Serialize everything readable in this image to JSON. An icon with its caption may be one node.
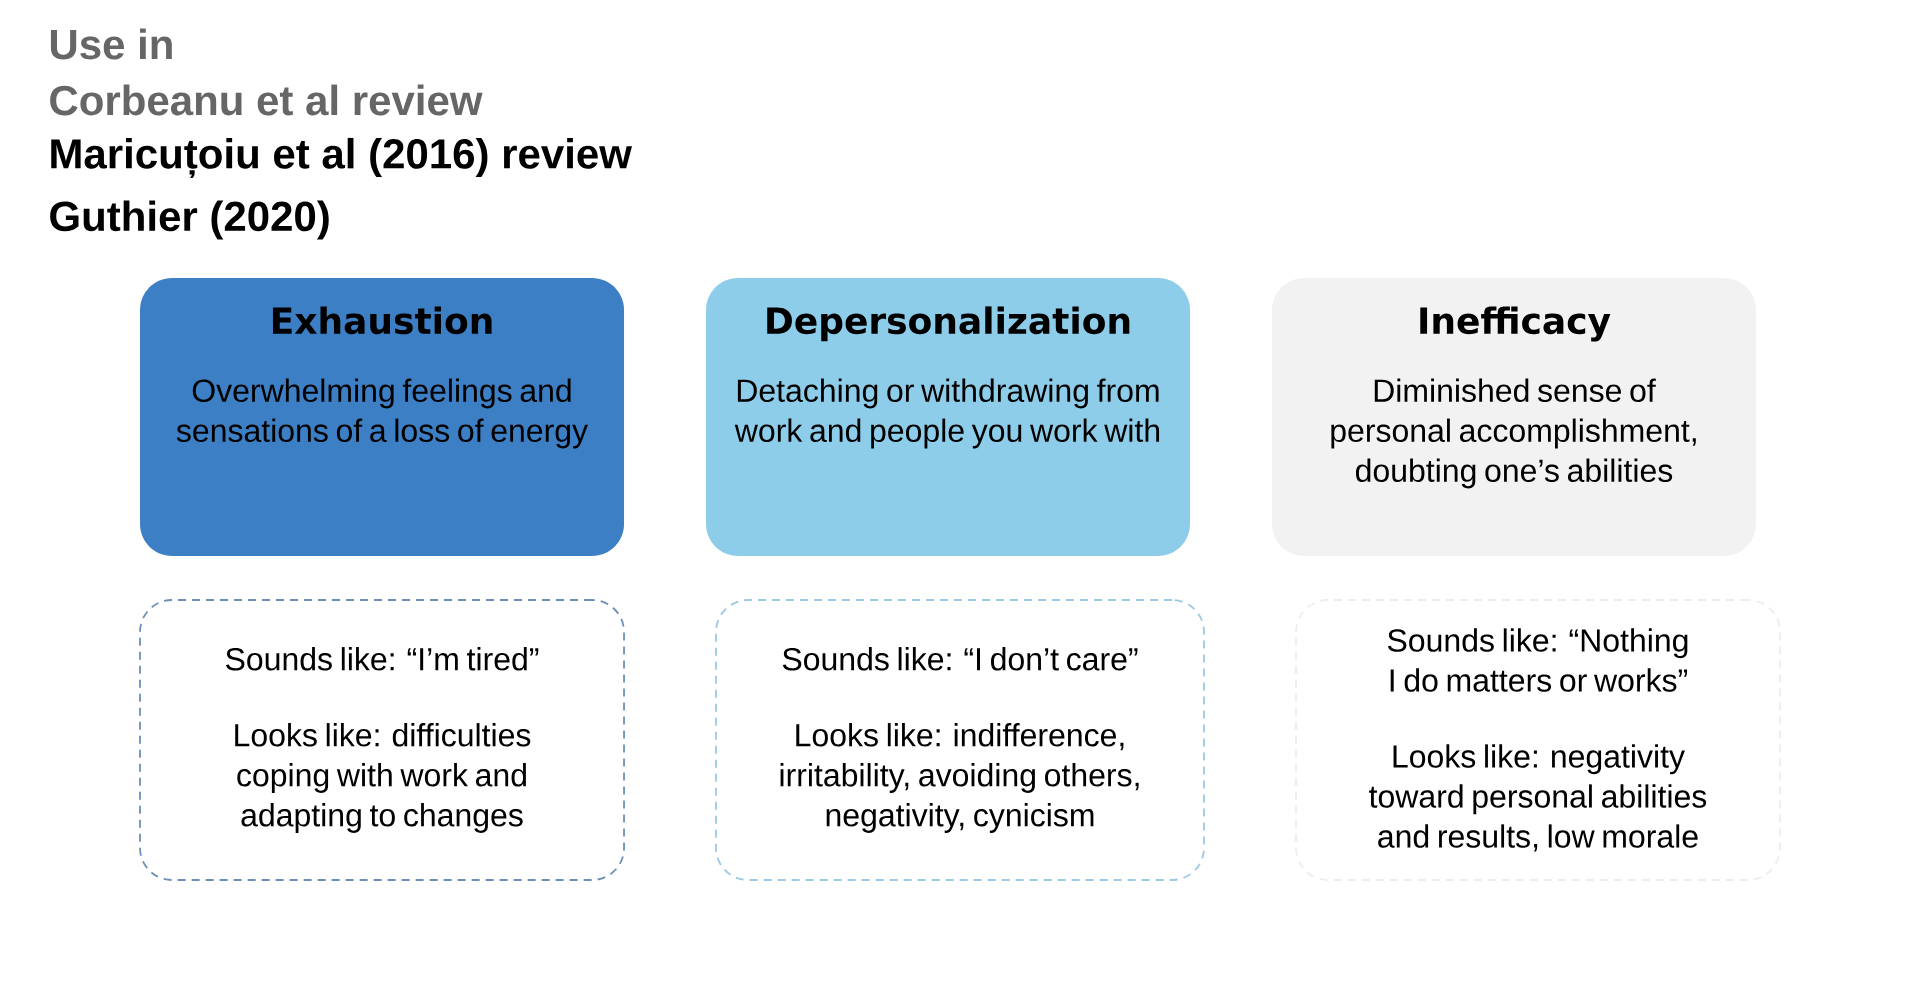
{
  "diagram": {
    "nodes": [
      {
        "text": [
          "Exhaustion",
          "Overwhelming feelings and sensations of a loss of energy"
        ]
      },
      {
        "text": [
          "Depersonalization",
          "Detaching or withdrawing from work and people you work with"
        ]
      },
      {
        "text": [
          "Inefficacy",
          "Diminished sense of personal accomplishment, doubting one’s abilities"
        ]
      },
      {
        "text": [
          "Sounds like: “I’m tired”",
          "Looks like: difficulties coping with work and adapting to changes"
        ]
      },
      {
        "text": [
          "Sounds like: “I don’t care”",
          "Looks like: indifference, irritability, avoiding others, negativity, cynicism"
        ]
      },
      {
        "text": [
          "Sounds like: “Nothing I do matters or works”",
          "Looks like: negativity toward personal abilities and results, low morale"
        ]
      }
    ],
    "labels": [
      "Use in",
      "Corbeanu et al review",
      "Maricuțoiu et al (2016) review",
      "Guthier (2020)"
    ]
  }
}
